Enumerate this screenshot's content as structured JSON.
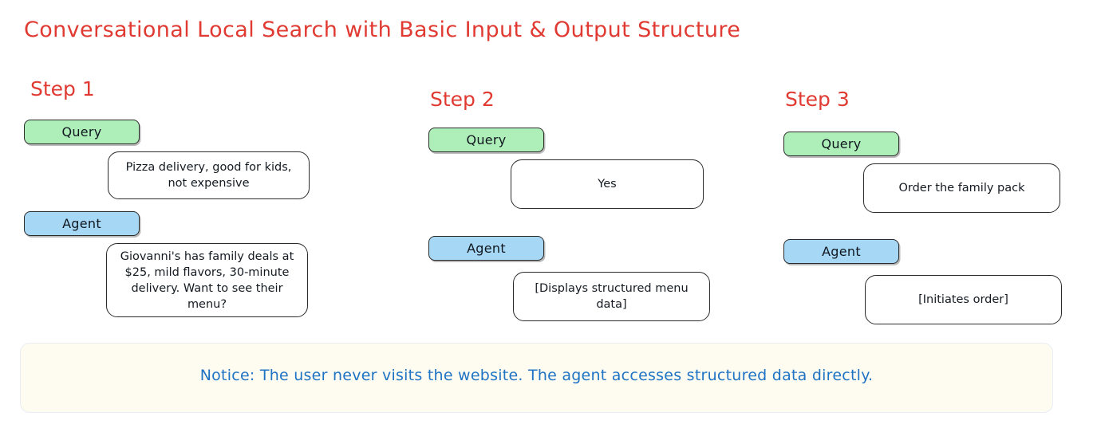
{
  "title": "Conversational Local Search with Basic Input & Output Structure",
  "colors": {
    "title_red": "#e03a32",
    "step_red": "#e03a32",
    "query_badge_green": "#aeeeb9",
    "agent_badge_blue": "#a6d7f5",
    "bubble_border": "#2b2b2b",
    "bubble_fill": "#ffffff",
    "notice_background": "#fefbf0",
    "notice_border": "#e8eef4",
    "notice_text_blue": "#1f73c4",
    "page_background": "#ffffff"
  },
  "steps": [
    {
      "heading": "Step 1",
      "query": {
        "badge": "Query",
        "message": "Pizza delivery, good for kids, not expensive"
      },
      "agent": {
        "badge": "Agent",
        "message": "Giovanni's has family deals at $25, mild flavors, 30-minute delivery. Want to see their menu?"
      }
    },
    {
      "heading": "Step 2",
      "query": {
        "badge": "Query",
        "message": "Yes"
      },
      "agent": {
        "badge": "Agent",
        "message": "[Displays structured menu data]"
      }
    },
    {
      "heading": "Step 3",
      "query": {
        "badge": "Query",
        "message": "Order the family pack"
      },
      "agent": {
        "badge": "Agent",
        "message": "[Initiates order]"
      }
    }
  ],
  "notice": {
    "text": "Notice: The user never visits the website. The agent accesses structured data directly."
  }
}
